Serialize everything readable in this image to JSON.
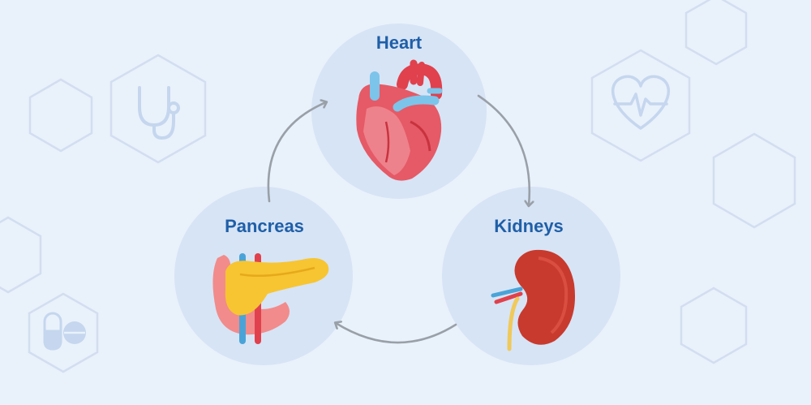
{
  "colors": {
    "background": "#e9f1fb",
    "circle": "#d7e4f5",
    "label": "#1f5fa8",
    "arrow": "#9aa0a8",
    "hex_outline": "#d2def0",
    "icon_outline": "#c5d6ee"
  },
  "cycle": {
    "organs": [
      {
        "label": "Heart",
        "icon": "heart-organ"
      },
      {
        "label": "Kidneys",
        "icon": "kidney-organ"
      },
      {
        "label": "Pancreas",
        "icon": "pancreas-organ"
      }
    ],
    "flow": [
      "Heart → Kidneys",
      "Kidneys → Pancreas",
      "Pancreas → Heart"
    ]
  },
  "background_icons": [
    "stethoscope-icon",
    "heartbeat-icon",
    "pills-icon"
  ]
}
